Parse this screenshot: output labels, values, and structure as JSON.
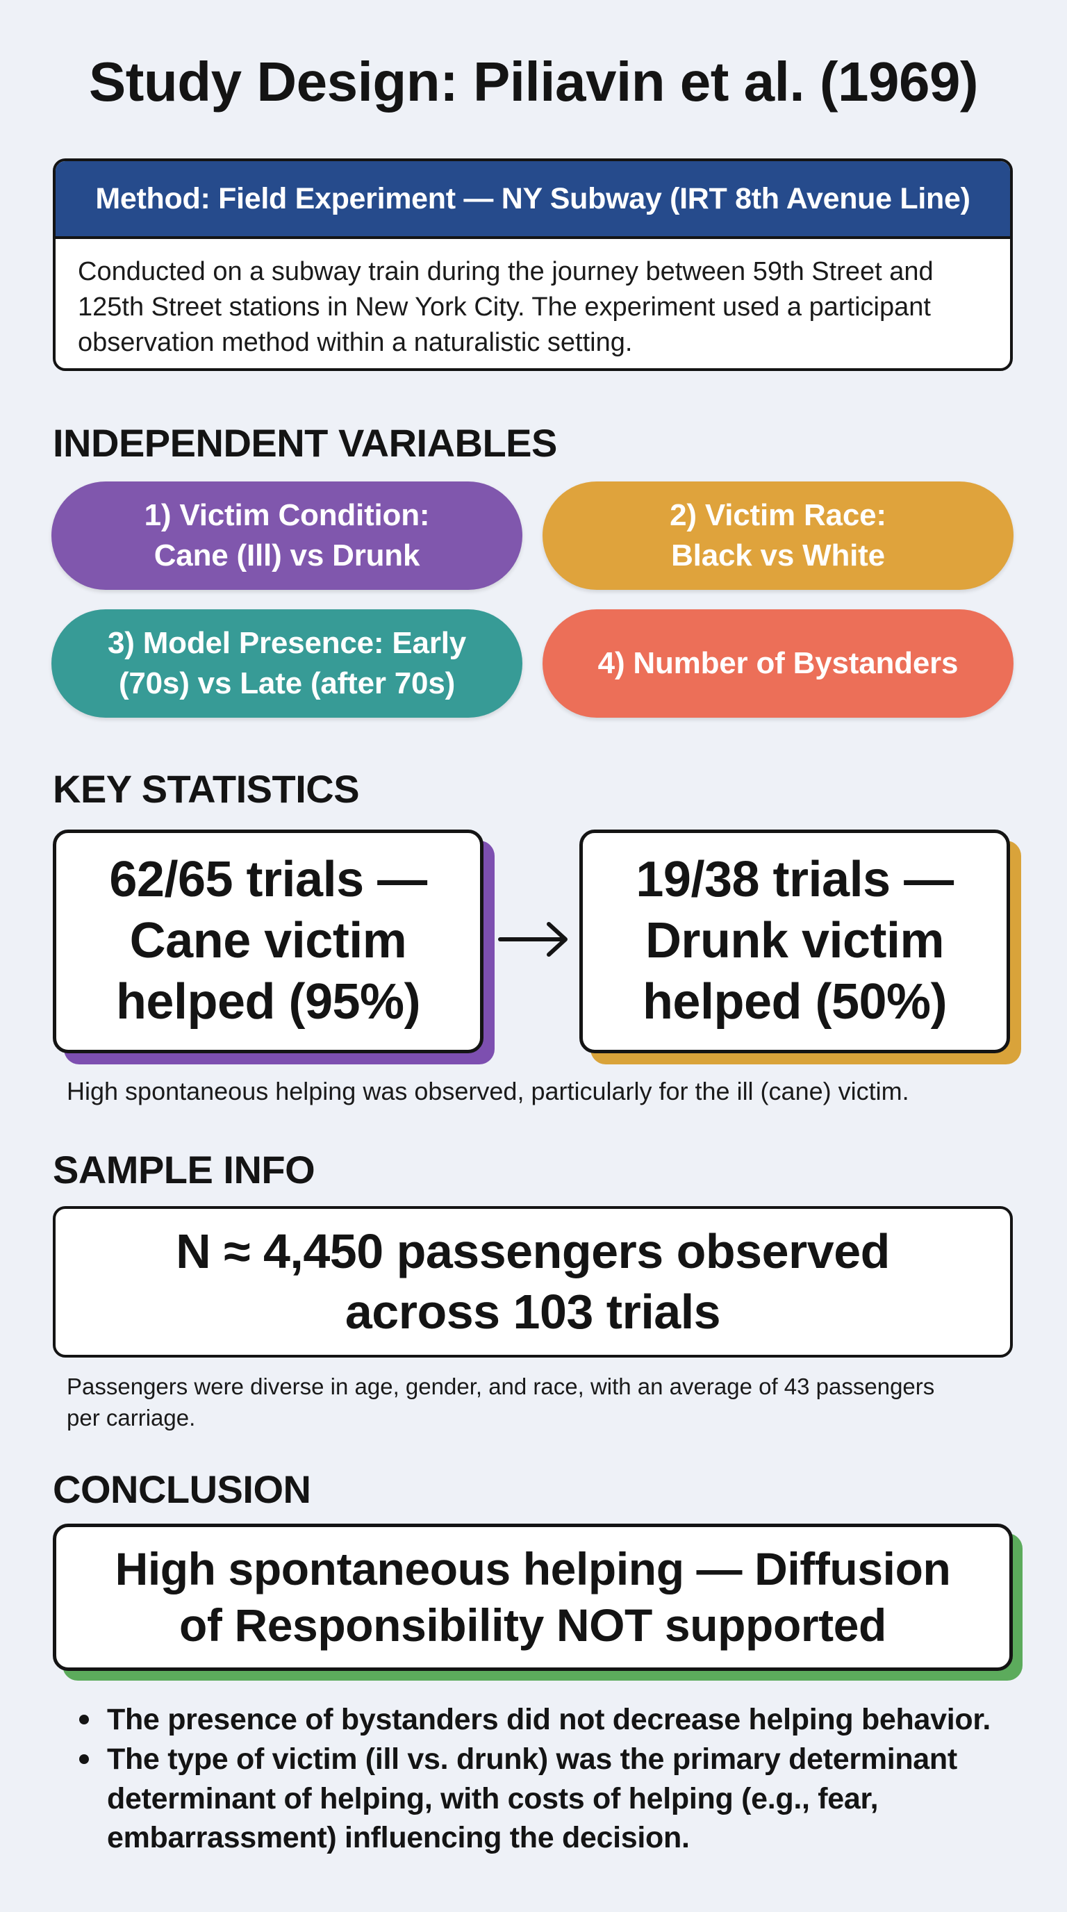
{
  "title": "Study Design: Piliavin et al. (1969)",
  "method": {
    "header": "Method: Field Experiment — NY Subway (IRT 8th Avenue Line)",
    "body": "Conducted on a subway train during the journey between 59th Street and 125th Street stations in New York City. The experiment used a participant observation method within a naturalistic setting."
  },
  "independent_variables": {
    "heading": "INDEPENDENT VARIABLES",
    "items": [
      {
        "label_line1": "1) Victim Condition:",
        "label_line2": "Cane (Ill) vs Drunk",
        "color": "#8057ad"
      },
      {
        "label_line1": "2) Victim Race:",
        "label_line2": "Black vs White",
        "color": "#dfa33c"
      },
      {
        "label_line1": "3) Model Presence: Early",
        "label_line2": "(70s) vs Late (after 70s)",
        "color": "#379b96"
      },
      {
        "label_line1": "4) Number of Bystanders",
        "label_line2": "",
        "color": "#ec6f58"
      }
    ]
  },
  "key_statistics": {
    "heading": "KEY STATISTICS",
    "cards": [
      {
        "line1": "62/65 trials —",
        "line2": "Cane victim",
        "line3": "helped (95%)",
        "accent": "#7d4fb0"
      },
      {
        "line1": "19/38 trials —",
        "line2": "Drunk victim",
        "line3": "helped (50%)",
        "accent": "#d9a33a"
      }
    ],
    "note": "High spontaneous helping was observed, particularly for the ill (cane) victim."
  },
  "sample_info": {
    "heading": "SAMPLE INFO",
    "line1": "N ≈ 4,450 passengers observed",
    "line2": "across 103 trials",
    "note_line1": "Passengers were diverse in age, gender, and race, with an average of 43 passengers",
    "note_line2": "per carriage."
  },
  "conclusion": {
    "heading": "CONCLUSION",
    "line1": "High spontaneous helping — Diffusion",
    "line2": "of Responsibility NOT supported",
    "accent": "#5cab5c",
    "bullets": [
      {
        "lines": [
          "The presence of bystanders did not decrease helping behavior."
        ]
      },
      {
        "lines": [
          "The type of victim (ill vs. drunk) was the primary determinant",
          "determinant of helping, with costs of helping (e.g., fear,",
          "embarrassment) influencing the decision."
        ]
      }
    ]
  }
}
